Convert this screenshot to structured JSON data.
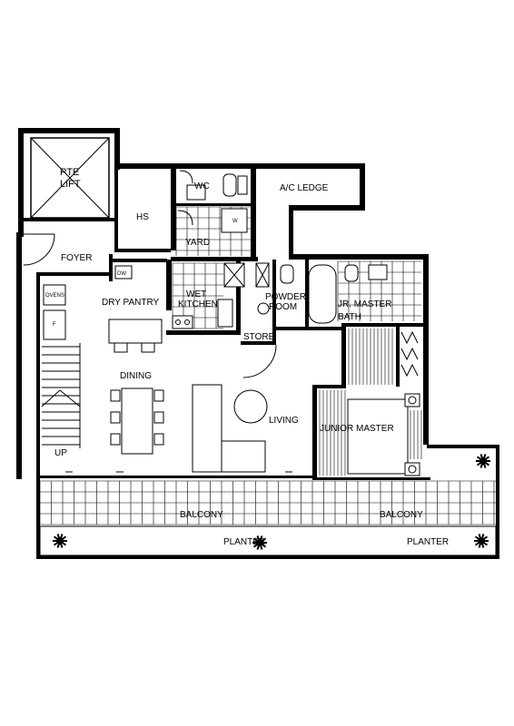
{
  "rooms": {
    "pte_lift_line1": "PTE",
    "pte_lift_line2": "LIFT",
    "hs": "HS",
    "wc": "WC",
    "ac_ledge": "A/C LEDGE",
    "yard": "YARD",
    "foyer": "FOYER",
    "dry_pantry": "DRY PANTRY",
    "wet_kitchen_line1": "WET",
    "wet_kitchen_line2": "KITCHEN",
    "powder_room_line1": "POWDER",
    "powder_room_line2": "ROOM",
    "jr_master_bath_line1": "JR. MASTER",
    "jr_master_bath_line2": "BATH",
    "store": "STORE",
    "dining": "DINING",
    "living": "LIVING",
    "junior_master": "JUNIOR MASTER",
    "up": "UP",
    "balcony_left": "BALCONY",
    "balcony_right": "BALCONY",
    "planter_left": "PLANTER",
    "planter_right": "PLANTER"
  },
  "fixtures": {
    "ovens": "OVENS",
    "fridge": "F",
    "dw": "DW",
    "washer": "W"
  }
}
